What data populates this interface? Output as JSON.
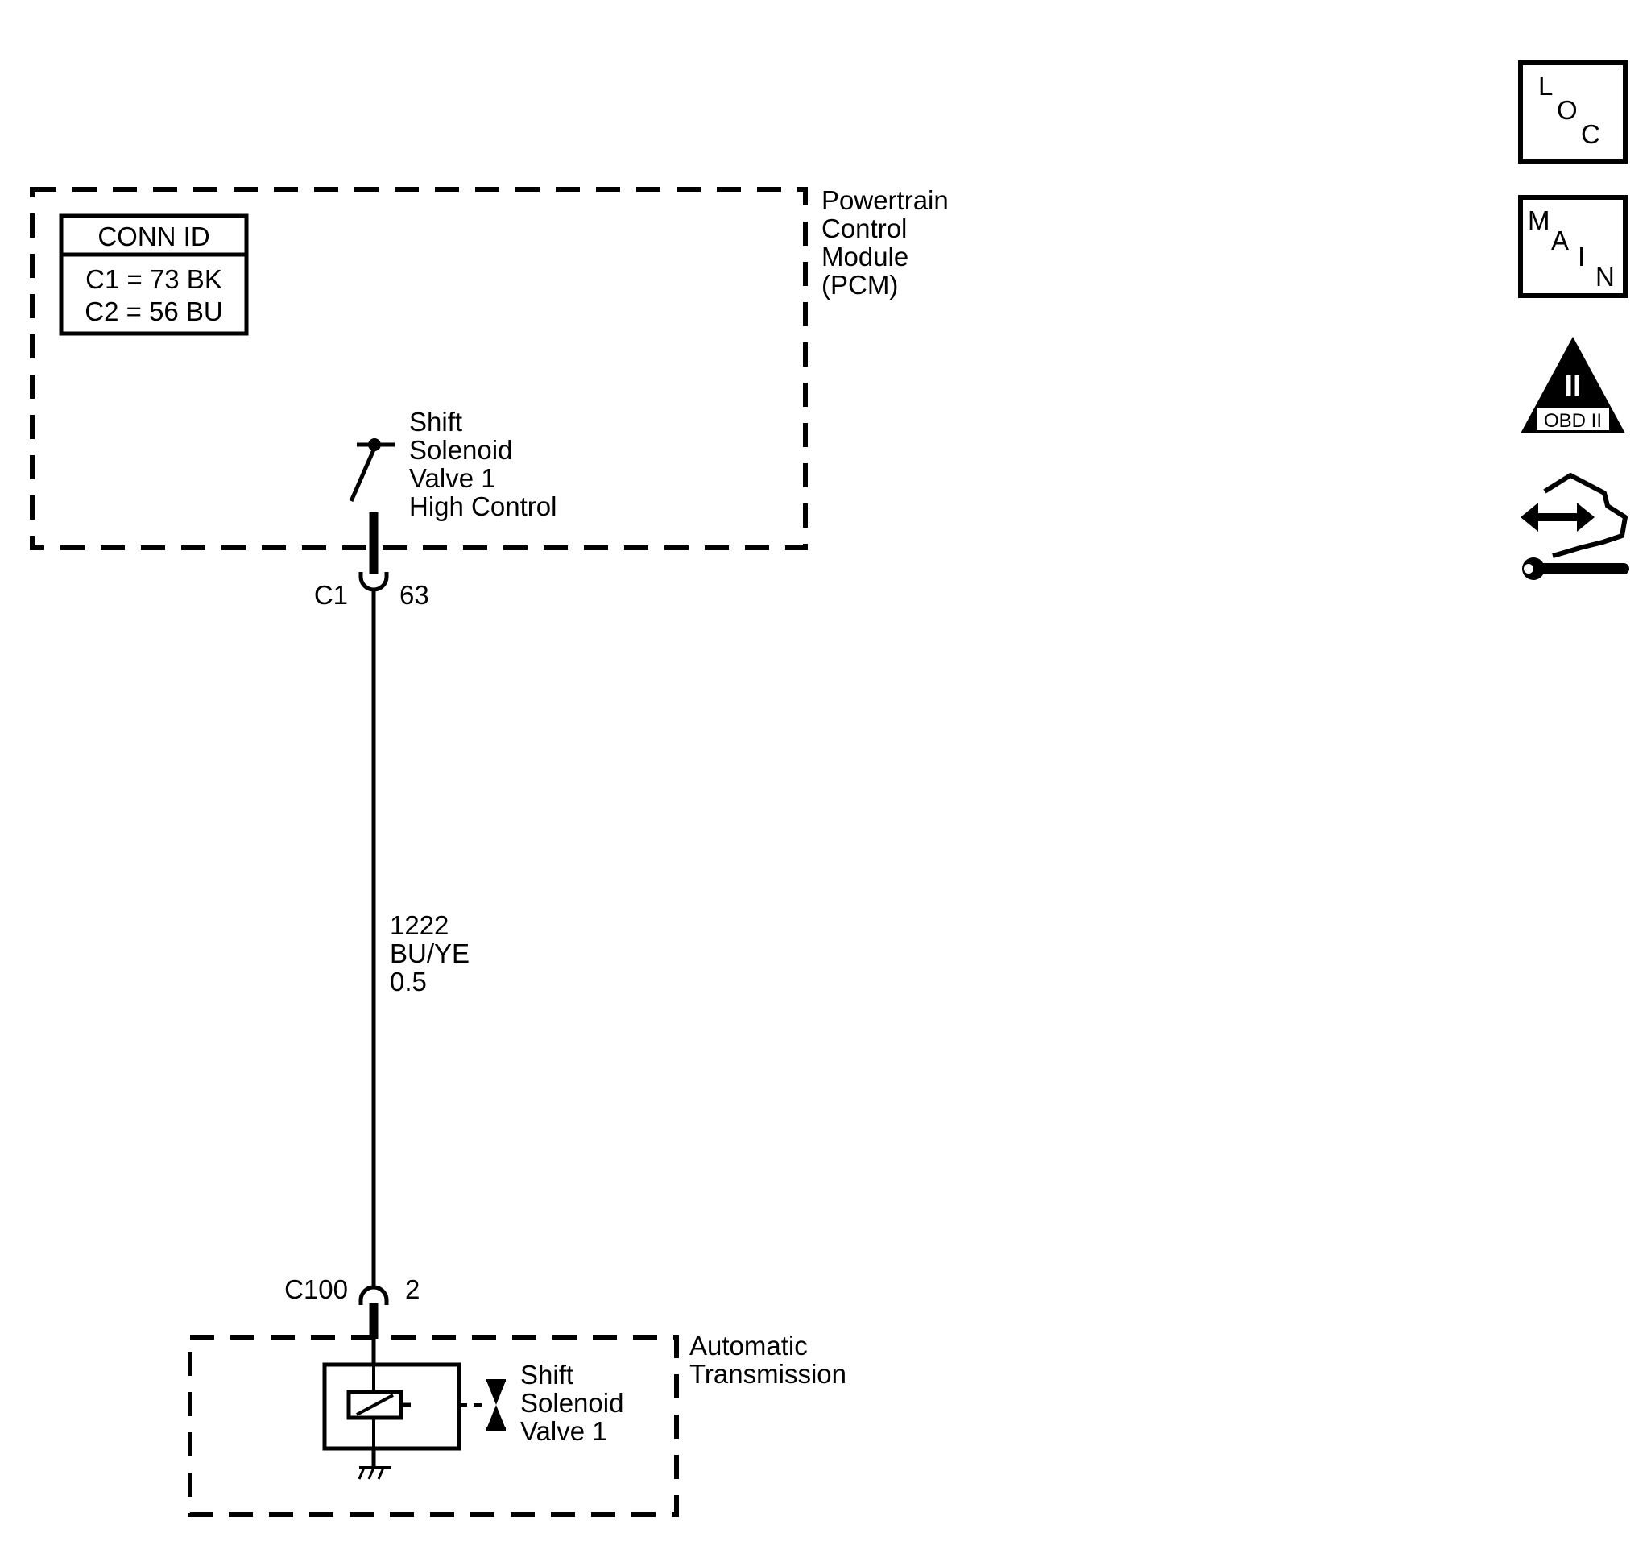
{
  "pcm": {
    "label_lines": [
      "Powertrain",
      "Control",
      "Module",
      "(PCM)"
    ],
    "conn_id": {
      "title": "CONN ID",
      "rows": [
        "C1 = 73 BK",
        "C2 = 56 BU"
      ]
    },
    "switch_label_lines": [
      "Shift",
      "Solenoid",
      "Valve 1",
      "High Control"
    ]
  },
  "connector_c1": {
    "name": "C1",
    "pin": "63"
  },
  "wire": {
    "circuit": "1222",
    "color": "BU/YE",
    "gauge": "0.5"
  },
  "connector_c100": {
    "name": "C100",
    "pin": "2"
  },
  "transmission": {
    "label_lines": [
      "Automatic",
      "Transmission"
    ],
    "solenoid_label_lines": [
      "Shift",
      "Solenoid",
      "Valve 1"
    ]
  },
  "icons": {
    "loc": {
      "letters": [
        "L",
        "O",
        "C"
      ],
      "name": "location-icon"
    },
    "main": {
      "letters": [
        "M",
        "A",
        "I",
        "N"
      ],
      "name": "main-icon"
    },
    "obd": {
      "numeral": "II",
      "label": "OBD II",
      "name": "obd-ii-icon"
    },
    "service": {
      "name": "service-hand-wrench-icon"
    }
  }
}
